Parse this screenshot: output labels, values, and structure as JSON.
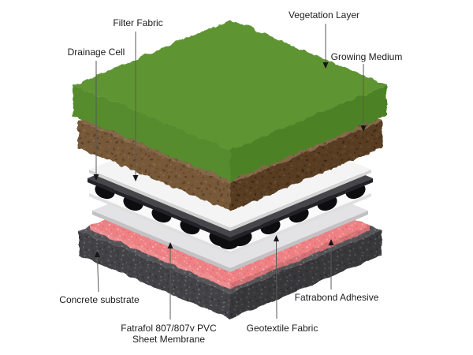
{
  "diagram": {
    "kind": "exploded-isometric-roof-buildup",
    "layers_top_to_bottom": [
      {
        "id": "vegetation",
        "name": "Vegetation Layer"
      },
      {
        "id": "growing-medium",
        "name": "Growing Medium"
      },
      {
        "id": "filter-fabric",
        "name": "Filter Fabric"
      },
      {
        "id": "drainage-cell",
        "name": "Drainage Cell"
      },
      {
        "id": "geotextile-fabric",
        "name": "Geotextile Fabric"
      },
      {
        "id": "pvc-membrane",
        "name": "Fatrafol 807/807v PVC Sheet Membrane"
      },
      {
        "id": "adhesive",
        "name": "Fatrabond Adhesive"
      },
      {
        "id": "concrete-substrate",
        "name": "Concrete substrate"
      }
    ]
  },
  "labels": {
    "vegetation": "Vegetation Layer",
    "filter": "Filter Fabric",
    "drainage": "Drainage Cell",
    "growing": "Growing Medium",
    "concrete": "Concrete substrate",
    "membrane_line1": "Fatrafol 807/807v PVC",
    "membrane_line2": "Sheet Membrane",
    "geotextile": "Geotextile Fabric",
    "adhesive": "Fatrabond Adhesive"
  },
  "colors": {
    "background": "#ffffff",
    "grass_top": "#5e9433",
    "grass_left": "#568c2e",
    "grass_right": "#4e8128",
    "soil_base": "#6f4e2b",
    "filter_top": "#f4f4f4",
    "filter_side": "#d4d4d4",
    "drain_top": "#45454a",
    "drain_side": "#232327",
    "bump": "#0d0d10",
    "geotextile_top": "#fafafa",
    "geotextile_side": "#dfdfdf",
    "membrane_top": "#e3e3e5",
    "membrane_side": "#c2c2c5",
    "adhesive_base": "#ee8184",
    "concrete_base": "#4b4b4e",
    "line": "#5a5a5a",
    "arrow": "#161616",
    "text": "#1c1c1c"
  }
}
